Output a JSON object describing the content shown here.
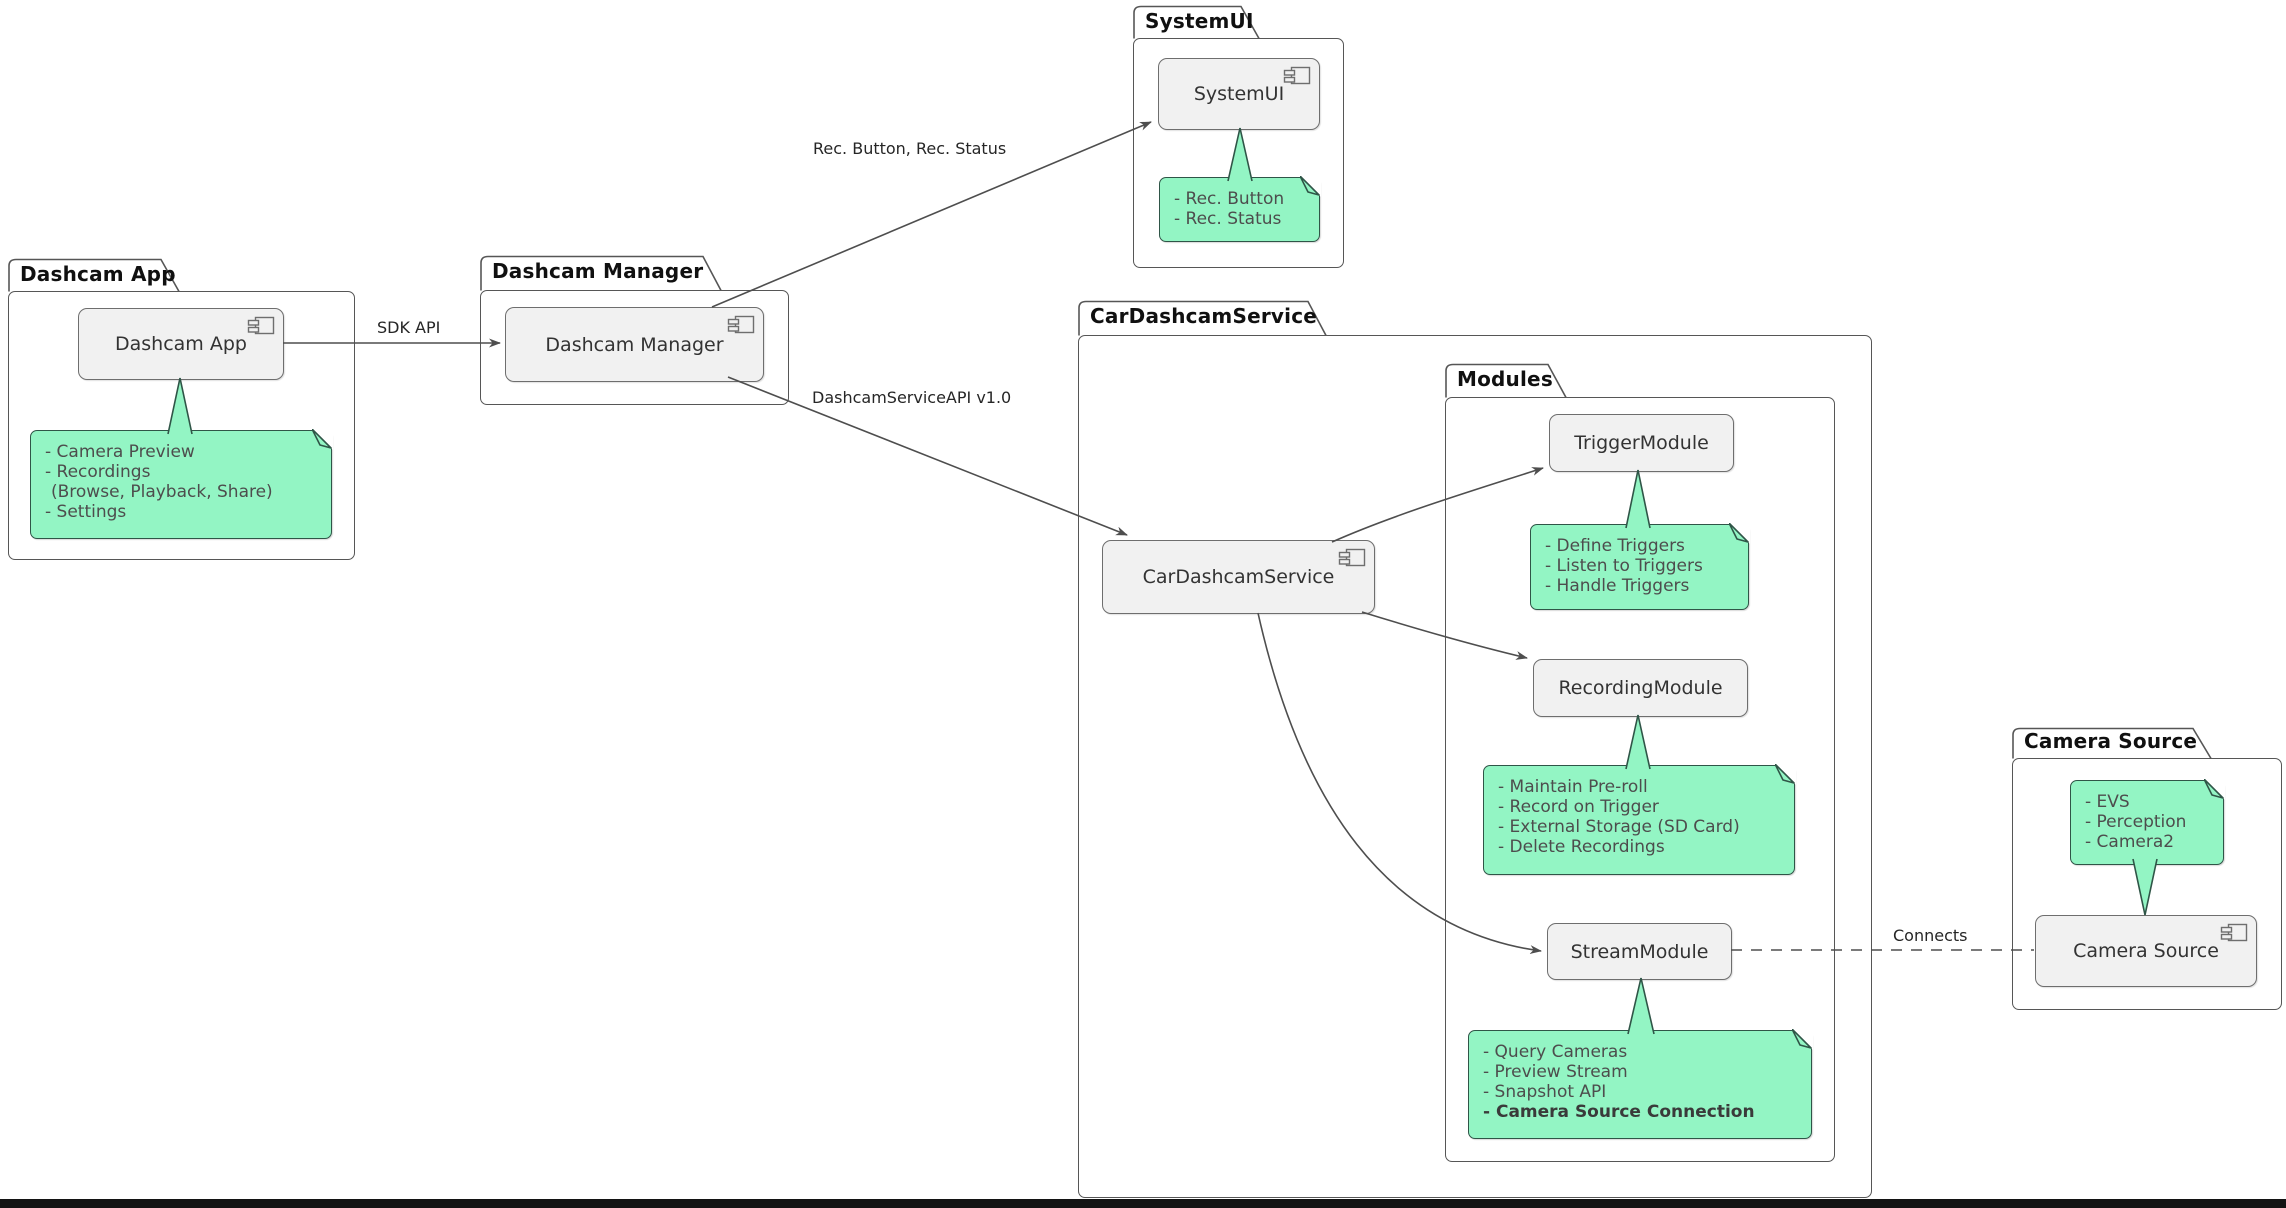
{
  "packages": {
    "dashcam_app": {
      "title": "Dashcam App",
      "component": "Dashcam App"
    },
    "dashcam_manager": {
      "title": "Dashcam Manager",
      "component": "Dashcam Manager"
    },
    "system_ui": {
      "title": "SystemUI",
      "component": "SystemUI"
    },
    "car_dashcam_service": {
      "title": "CarDashcamService",
      "component": "CarDashcamService"
    },
    "modules": {
      "title": "Modules",
      "items": [
        "TriggerModule",
        "RecordingModule",
        "StreamModule"
      ]
    },
    "camera_source": {
      "title": "Camera Source",
      "component": "Camera Source"
    }
  },
  "notes": {
    "dashcam_app": {
      "lines": [
        "- Camera Preview",
        "- Recordings",
        "(Browse, Playback, Share)",
        "- Settings"
      ]
    },
    "system_ui": {
      "lines": [
        "- Rec. Button",
        "- Rec. Status"
      ]
    },
    "trigger_module": {
      "lines": [
        "- Define Triggers",
        "- Listen to Triggers",
        "- Handle Triggers"
      ]
    },
    "recording_module": {
      "lines": [
        "- Maintain Pre-roll",
        "- Record on Trigger",
        "- External Storage (SD Card)",
        "- Delete Recordings"
      ]
    },
    "stream_module": {
      "lines": [
        "- Query Cameras",
        "- Preview Stream",
        "- Snapshot API"
      ],
      "bold_line": "- Camera Source Connection"
    },
    "camera_source": {
      "lines": [
        "- EVS",
        "- Perception",
        "- Camera2"
      ]
    }
  },
  "edge_labels": {
    "sdk_api": "SDK API",
    "rec_button_status": "Rec. Button, Rec. Status",
    "dashcam_service_api": "DashcamServiceAPI v1.0",
    "connects": "Connects"
  },
  "colors": {
    "note_fill": "#93f5c4",
    "note_border": "#2f5547",
    "component_fill": "#f1f1f1",
    "package_border": "#565656",
    "line": "#4e4e4e",
    "bottom_bar": "#131313"
  }
}
